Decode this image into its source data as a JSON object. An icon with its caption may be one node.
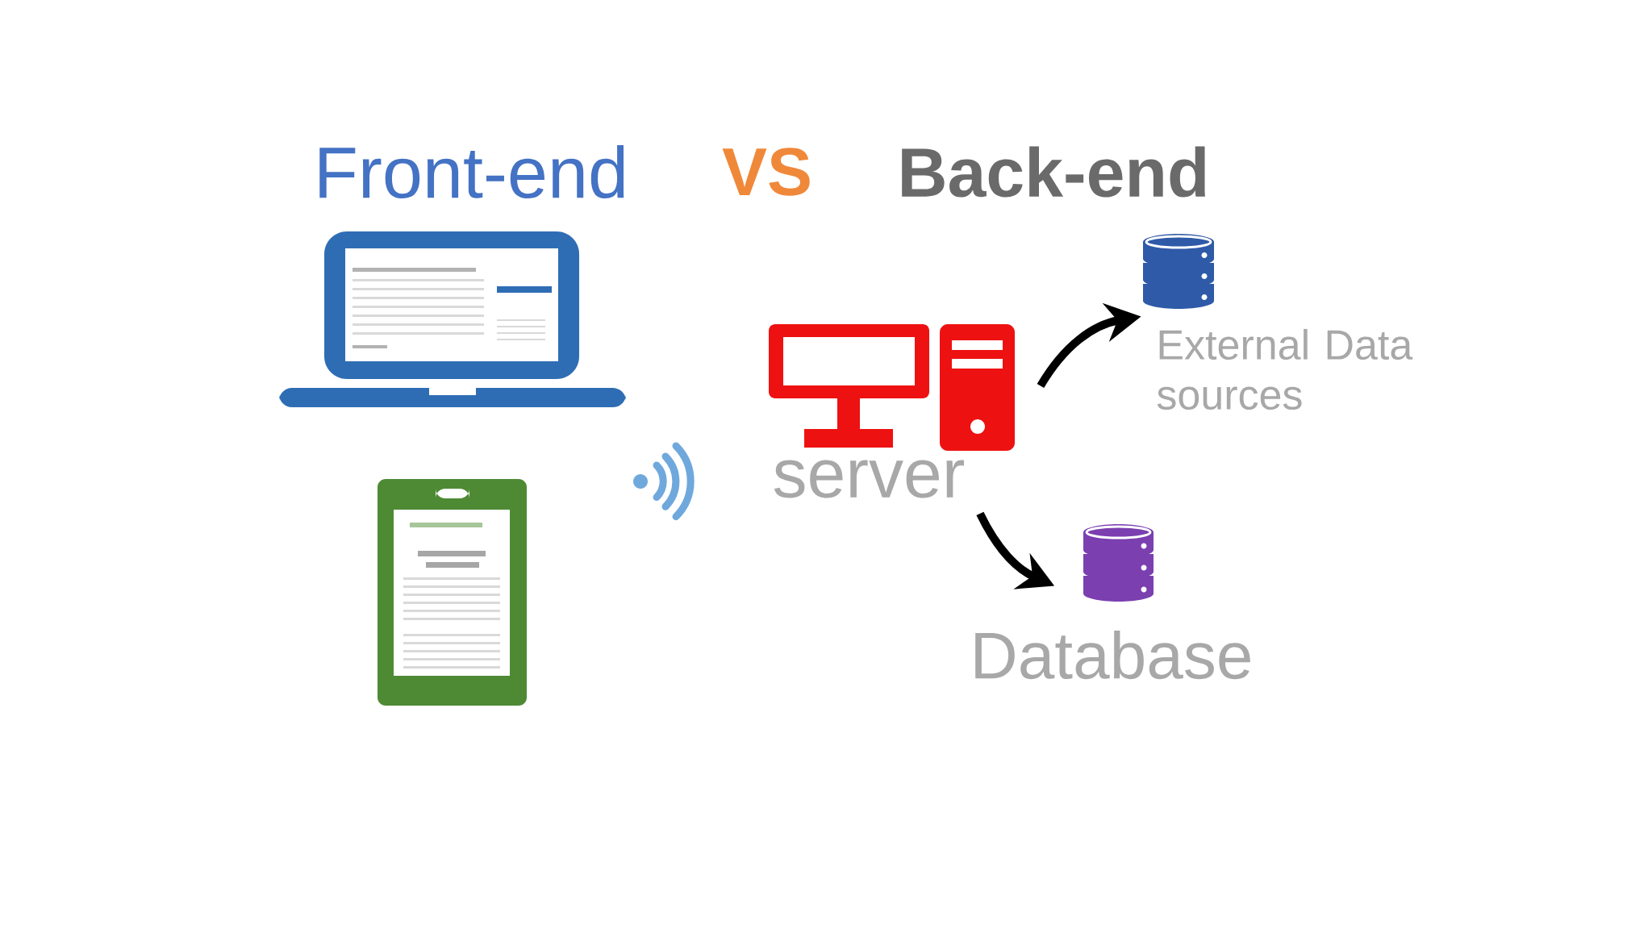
{
  "diagram": {
    "nodes": [
      {
        "text": [],
        "shape": "computer",
        "beside": [
          "server"
        ]
      },
      {
        "text": [],
        "shape": "cylinder",
        "beside": [
          "External Data sources"
        ]
      },
      {
        "text": [],
        "shape": "cylinder",
        "beside": [
          "Database"
        ]
      }
    ],
    "edges": [
      {
        "from": 0,
        "to": 1,
        "arrow": "to"
      },
      {
        "from": 0,
        "to": 2,
        "arrow": "to"
      }
    ],
    "labels": [
      "Front-end",
      "VS",
      "Back-end"
    ]
  }
}
